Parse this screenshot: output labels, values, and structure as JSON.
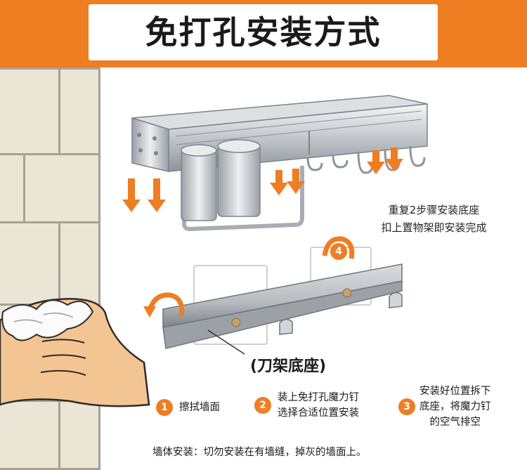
{
  "header": {
    "title": "免打孔安装方式"
  },
  "hint": {
    "line1": "重复2步骤安装底座",
    "line2": "扣上置物架即安装完成"
  },
  "marker": {
    "number": "4"
  },
  "caption": "(刀架底座)",
  "steps": [
    {
      "number": "1",
      "lines": [
        "擦拭墙面"
      ]
    },
    {
      "number": "2",
      "lines": [
        "装上免打孔魔力钉",
        "选择合适位置安装"
      ]
    },
    {
      "number": "3",
      "lines": [
        "安装好位置拆下",
        "底座，将魔力钉",
        "的空气排空"
      ]
    }
  ],
  "footer": "墙体安装：切勿安装在有墙缝，掉灰的墙面上。",
  "colors": {
    "accent": "#ef7d22",
    "text": "#1a1a1a",
    "steel": "#c9ccd0"
  }
}
